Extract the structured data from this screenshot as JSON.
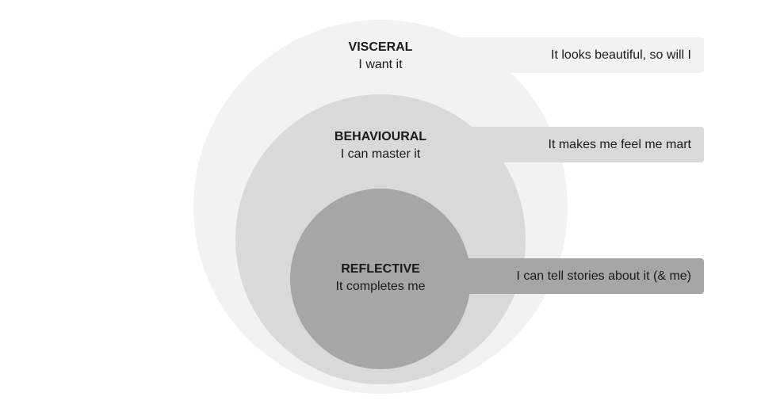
{
  "levels": [
    {
      "title": "VISCERAL",
      "subtitle": "I want it",
      "callout": "It looks beautiful, so will I",
      "color": "#f2f2f2"
    },
    {
      "title": "BEHAVIOURAL",
      "subtitle": "I can master it",
      "callout": "It makes me feel me mart",
      "color": "#d9d9d9"
    },
    {
      "title": "REFLECTIVE",
      "subtitle": "It completes me",
      "callout": "I can tell stories about it (& me)",
      "color": "#a6a6a6"
    }
  ]
}
